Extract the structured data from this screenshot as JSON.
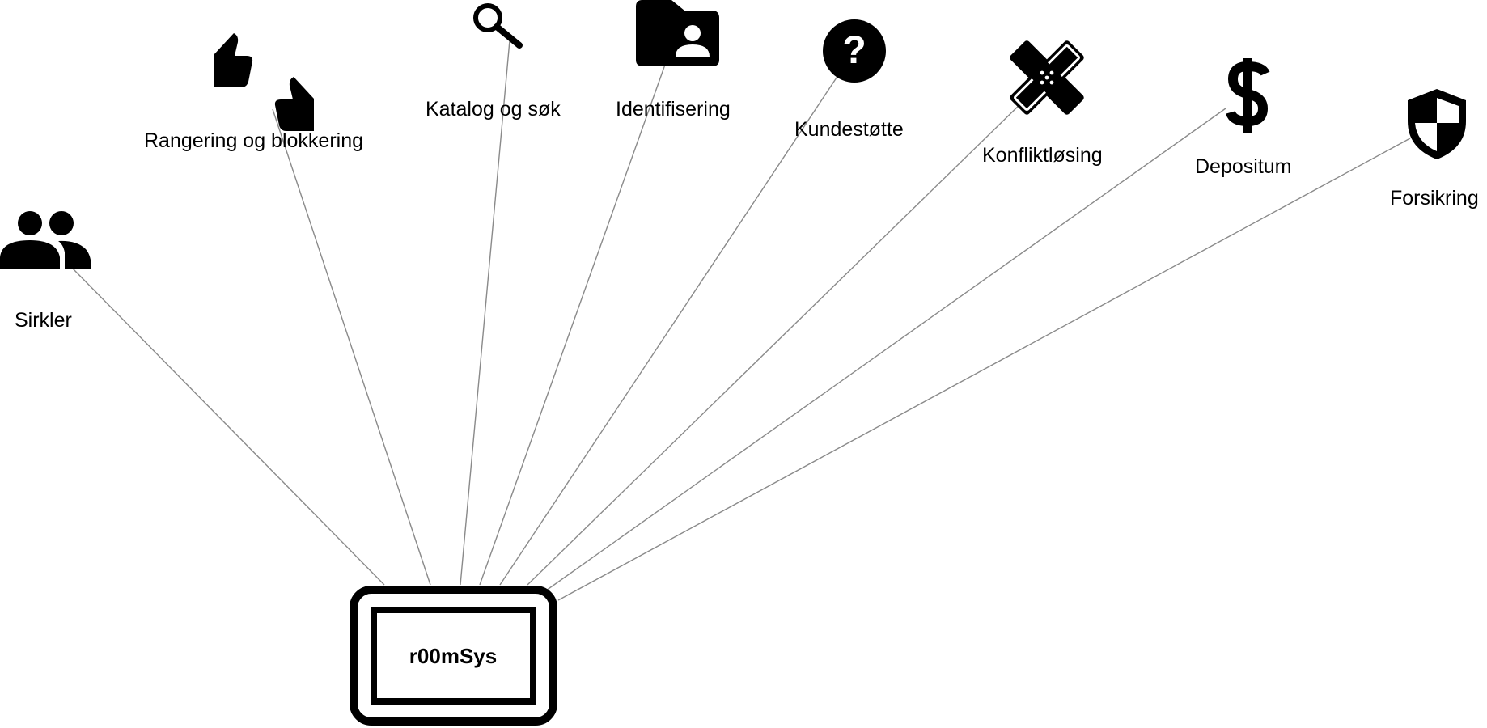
{
  "center": {
    "label": "r00mSys"
  },
  "nodes": [
    {
      "id": "sirkler",
      "label": "Sirkler",
      "icon": "people-icon"
    },
    {
      "id": "rangering",
      "label": "Rangering og blokkering",
      "icon": "thumbs-up-down-icon"
    },
    {
      "id": "katalog",
      "label": "Katalog og søk",
      "icon": "search-icon"
    },
    {
      "id": "identifisering",
      "label": "Identifisering",
      "icon": "user-folder-icon"
    },
    {
      "id": "kundestotte",
      "label": "Kundestøtte",
      "icon": "help-circle-icon"
    },
    {
      "id": "konfliktlosing",
      "label": "Konfliktløsing",
      "icon": "bandage-icon"
    },
    {
      "id": "depositum",
      "label": "Depositum",
      "icon": "dollar-icon"
    },
    {
      "id": "forsikring",
      "label": "Forsikring",
      "icon": "shield-icon"
    }
  ],
  "colors": {
    "edge": "#8a8a8a",
    "ink": "#000000",
    "background": "#ffffff"
  }
}
